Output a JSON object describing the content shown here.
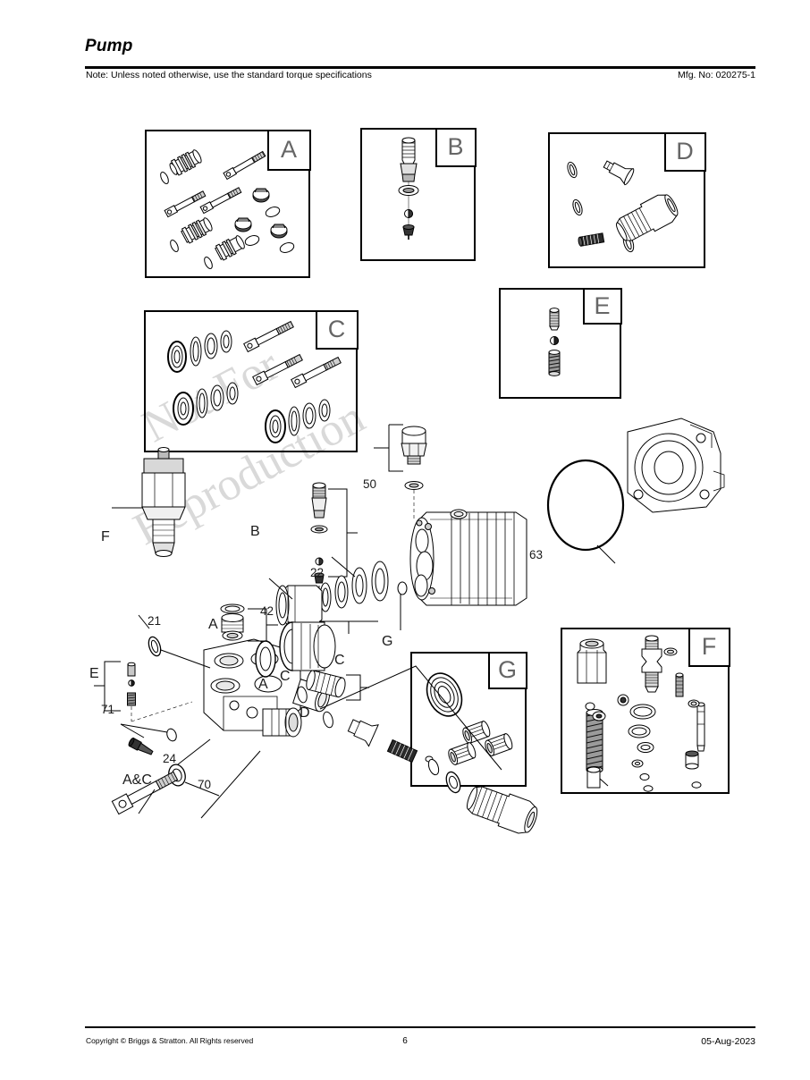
{
  "header": {
    "title": "Pump",
    "note": "Note: Unless noted otherwise, use the standard torque specifications",
    "mfg": "Mfg. No: 020275-1"
  },
  "footer": {
    "copyright": "Copyright ©  Briggs & Stratton. All Rights reserved",
    "page": "6",
    "date": "05-Aug-2023"
  },
  "watermark": {
    "line1": "Not For",
    "line2": "Reproduction",
    "color": "#d9d9d9"
  },
  "detail_boxes": [
    {
      "id": "A",
      "label": "A",
      "contents": "valve assemblies, socket-head bolts, o-rings, valve seats"
    },
    {
      "id": "B",
      "label": "B",
      "contents": "threaded fitting, o-ring, check ball, seat"
    },
    {
      "id": "D",
      "label": "D",
      "contents": "o-rings, nozzle, set screw, threaded adapter"
    },
    {
      "id": "C",
      "label": "C",
      "contents": "seal sets, backup rings, socket-head bolts"
    },
    {
      "id": "E",
      "label": "E",
      "contents": "set screw, check ball, spring"
    },
    {
      "id": "G",
      "label": "G",
      "contents": "oil seal, three bushings, o-ring"
    },
    {
      "id": "F",
      "label": "F",
      "contents": "unloader valve kit, spring, o-rings, washers, pin"
    }
  ],
  "callouts": [
    {
      "text": "50",
      "type": "number"
    },
    {
      "text": "63",
      "type": "number"
    },
    {
      "text": "22",
      "type": "number"
    },
    {
      "text": "42",
      "type": "number"
    },
    {
      "text": "21",
      "type": "number"
    },
    {
      "text": "71",
      "type": "number"
    },
    {
      "text": "24",
      "type": "number"
    },
    {
      "text": "70",
      "type": "number"
    },
    {
      "text": "F",
      "type": "letter"
    },
    {
      "text": "B",
      "type": "letter"
    },
    {
      "text": "A",
      "type": "letter"
    },
    {
      "text": "A",
      "type": "letter"
    },
    {
      "text": "C",
      "type": "letter"
    },
    {
      "text": "C",
      "type": "letter"
    },
    {
      "text": "C",
      "type": "letter"
    },
    {
      "text": "D",
      "type": "letter"
    },
    {
      "text": "E",
      "type": "letter"
    },
    {
      "text": "G",
      "type": "letter"
    },
    {
      "text": "A&C",
      "type": "letter"
    }
  ],
  "callout_values": {
    "c50": "50",
    "c63": "63",
    "c22": "22",
    "c42": "42",
    "c21": "21",
    "c71": "71",
    "c24": "24",
    "c70": "70",
    "cF": "F",
    "cB": "B",
    "cA1": "A",
    "cA2": "A",
    "cC1": "C",
    "cC2": "C",
    "cC3": "C",
    "cD": "D",
    "cE": "E",
    "cG": "G",
    "cAC": "A&C"
  },
  "box_labels": {
    "A": "A",
    "B": "B",
    "C": "C",
    "D": "D",
    "E": "E",
    "F": "F",
    "G": "G"
  }
}
